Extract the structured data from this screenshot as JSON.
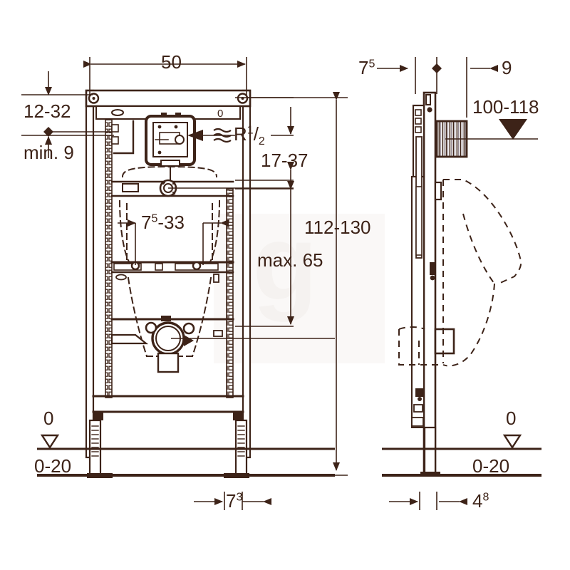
{
  "drawing": {
    "title": "Geberit Duofix urinal installation frame - technical dimension drawing",
    "units": "cm",
    "line_color": "#3d2318",
    "accent_color": "#3d2318",
    "background": "#ffffff",
    "watermark_color": "#f2f0ee"
  },
  "views": {
    "front": {
      "name": "front-elevation"
    },
    "side": {
      "name": "side-elevation"
    }
  },
  "dimensions": {
    "width_50": "50",
    "top_offset": "12-32",
    "min_9": "min. 9",
    "water_connection": "R",
    "water_connection_num": "1",
    "water_connection_den": "2",
    "height_17_37": "17-37",
    "bowl_width_base": "7",
    "bowl_width_sup": "5",
    "bowl_width_rest": "-33",
    "max_65": "max. 65",
    "total_height": "112-130",
    "depth_75_base": "7",
    "depth_75_sup": "5",
    "depth_9": "9",
    "wall_dist": "100-118",
    "floor_zero_left": "0",
    "floor_tol_left": "0-20",
    "floor_zero_right": "0",
    "floor_tol_right": "0-20",
    "leg_73_base": "7",
    "leg_73_sup": "3",
    "leg_48_base": "4",
    "leg_48_sup": "8"
  },
  "icons": {
    "water_symbol": "water-wave-icon",
    "level_marker": "floor-level-triangle-icon",
    "point_marker": "dimension-point-icon",
    "arrow": "dimension-arrow-icon"
  }
}
